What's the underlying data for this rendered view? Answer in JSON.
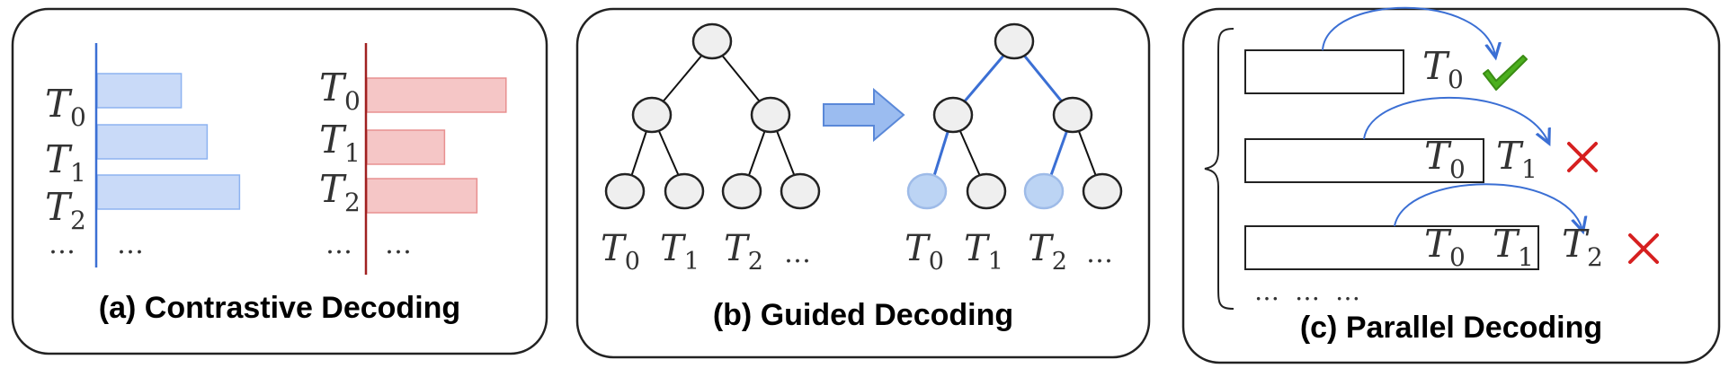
{
  "panels": {
    "a": {
      "caption": "(a) Contrastive Decoding"
    },
    "b": {
      "caption": "(b) Guided Decoding"
    },
    "c": {
      "caption": "(c) Parallel Decoding"
    }
  },
  "tokens": {
    "T0": {
      "base": "T",
      "sub": "0"
    },
    "T1": {
      "base": "T",
      "sub": "1"
    },
    "T2": {
      "base": "T",
      "sub": "2"
    }
  },
  "ellipsis": "…",
  "colors": {
    "blue_bar": "#c9daf8",
    "blue_bar_stroke": "#8db3f0",
    "red_bar": "#f5c6c6",
    "red_bar_stroke": "#e89090",
    "blue_axis": "#3b6fd4",
    "red_axis": "#a02020",
    "node_fill": "#efefef",
    "node_selected": "#bcd4f4",
    "edge_selected": "#3b6fd4",
    "check": "#4caf1e",
    "cross": "#d62020"
  },
  "contrastive": {
    "left_bars": [
      0.52,
      0.68,
      0.88
    ],
    "right_bars": [
      0.86,
      0.48,
      0.68
    ]
  },
  "parallel_rows": [
    {
      "prefix_tokens": [],
      "predicted": "T0",
      "status": "accepted"
    },
    {
      "prefix_tokens": [
        "T0"
      ],
      "predicted": "T1",
      "status": "rejected"
    },
    {
      "prefix_tokens": [
        "T0",
        "T1"
      ],
      "predicted": "T2",
      "status": "rejected"
    }
  ]
}
